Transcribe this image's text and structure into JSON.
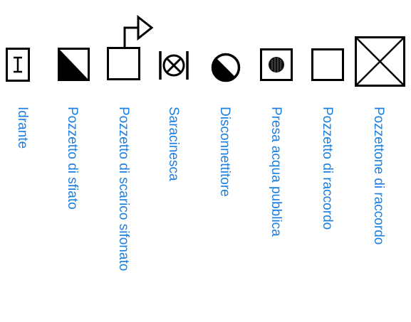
{
  "colors": {
    "symbol_stroke": "#000000",
    "label_text": "#1a7fe0",
    "background": "#ffffff"
  },
  "legend": {
    "items": [
      {
        "id": "idrante",
        "label": "Idrante",
        "icon": "idrante-icon"
      },
      {
        "id": "pozzetto-sfiato",
        "label": "Pozzetto di sfiato",
        "icon": "half-filled-square-icon"
      },
      {
        "id": "pozzetto-scarico-sifonato",
        "label": "Pozzetto di scarico sifonato",
        "icon": "square-with-arrow-icon"
      },
      {
        "id": "saracinesca",
        "label": "Saracinesca",
        "icon": "valve-icon"
      },
      {
        "id": "disconnettitore",
        "label": "Disconnettitore",
        "icon": "half-filled-circle-icon"
      },
      {
        "id": "presa-acqua-pubblica",
        "label": "Presa acqua pubblica",
        "icon": "filled-circle-in-square-icon"
      },
      {
        "id": "pozzetto-raccordo",
        "label": "Pozzetto di raccordo",
        "icon": "square-icon"
      },
      {
        "id": "pozzettone-raccordo",
        "label": "Pozzettone di raccordo",
        "icon": "crossed-square-icon"
      }
    ]
  }
}
